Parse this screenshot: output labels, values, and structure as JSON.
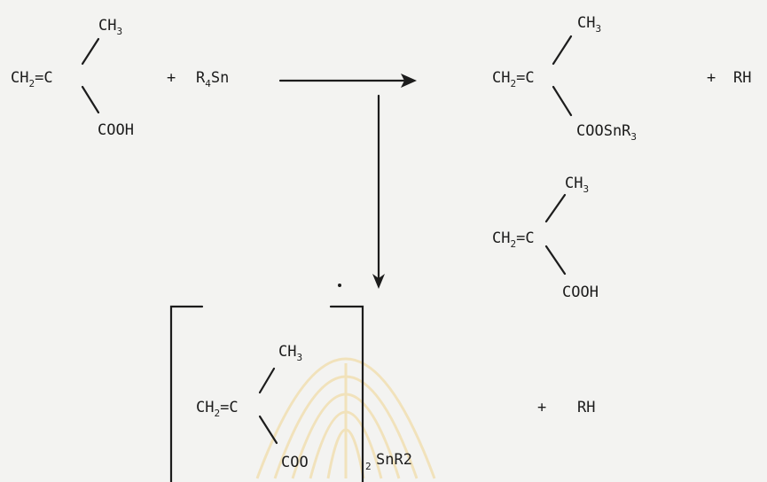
{
  "colors": {
    "ink": "#1c1c1c",
    "paper": "#f3f3f1",
    "watermark": "#f0c35a"
  },
  "reactants": {
    "methacrylic_acid": {
      "ch3": "CH",
      "ch3_sub": "3",
      "ch2": "CH",
      "ch2_sub": "2",
      "eq_c": "=C",
      "cooh": "COOH"
    },
    "plus": "+",
    "tetraorganotin": {
      "r": "R",
      "r_sub": "4",
      "sn": "Sn"
    }
  },
  "product_1": {
    "ch3": "CH",
    "ch3_sub": "3",
    "ch2": "CH",
    "ch2_sub": "2",
    "eq_c": "=C",
    "ester": "COOSnR",
    "ester_sub": "3"
  },
  "plus_rh_1": {
    "plus": "+",
    "rh": "RH"
  },
  "second_reactant": {
    "ch3": "CH",
    "ch3_sub": "3",
    "ch2": "CH",
    "ch2_sub": "2",
    "eq_c": "=C",
    "cooh": "COOH"
  },
  "product_2": {
    "ch3": "CH",
    "ch3_sub": "3",
    "ch2": "CH",
    "ch2_sub": "2",
    "eq_c": "=C",
    "coo": "COO",
    "bracket_sub": "2",
    "tin": "SnR2"
  },
  "plus_rh_2": {
    "plus": "+",
    "rh": "RH"
  },
  "watermark": {
    "icon": "university-seal-icon"
  }
}
